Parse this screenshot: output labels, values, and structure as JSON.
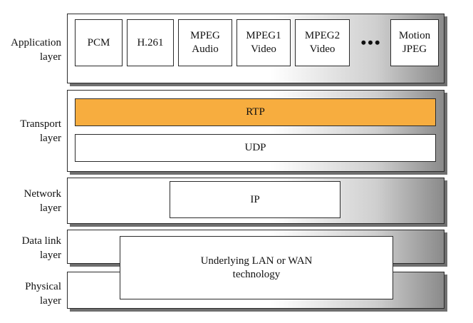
{
  "layers": {
    "application": "Application\nlayer",
    "transport": "Transport\nlayer",
    "network": "Network\nlayer",
    "datalink": "Data link\nlayer",
    "physical": "Physical\nlayer"
  },
  "application_protocols": {
    "pcm": "PCM",
    "h261": "H.261",
    "mpeg_audio": "MPEG\nAudio",
    "mpeg1_video": "MPEG1\nVideo",
    "mpeg2_video": "MPEG2\nVideo",
    "ellipsis": "•••",
    "motion_jpeg": "Motion\nJPEG"
  },
  "transport_protocols": {
    "rtp": "RTP",
    "udp": "UDP"
  },
  "network_protocols": {
    "ip": "IP"
  },
  "lower_layers": {
    "underlying": "Underlying LAN or WAN\ntechnology"
  },
  "colors": {
    "rtp": "#f7ad3f",
    "border": "#2b2b2b"
  }
}
